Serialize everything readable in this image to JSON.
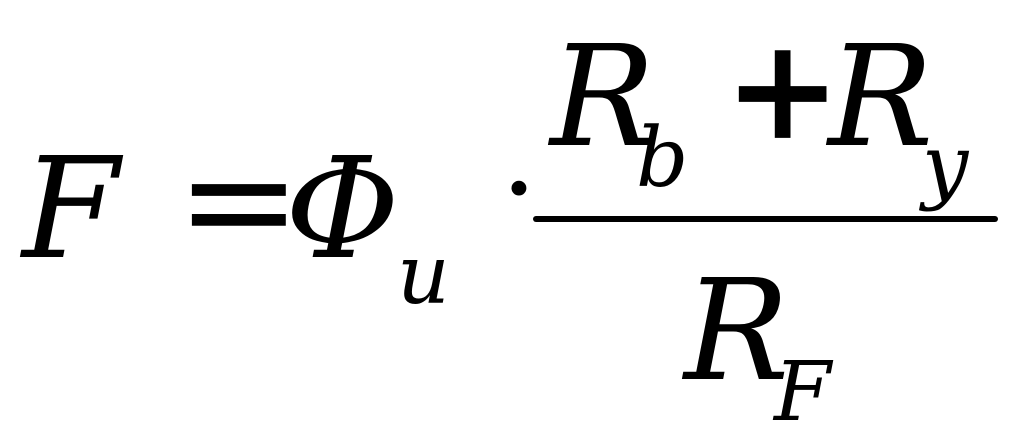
{
  "formula": {
    "lhs": "F",
    "equals": "=",
    "factor": {
      "symbol": "Φ",
      "subscript": "u"
    },
    "operator": "·",
    "fraction": {
      "numerator": {
        "term1": {
          "symbol": "R",
          "subscript": "b"
        },
        "plus": "+",
        "term2": {
          "symbol": "R",
          "subscript": "y"
        }
      },
      "denominator": {
        "symbol": "R",
        "subscript": "F"
      }
    }
  },
  "colors": {
    "background": "#ffffff",
    "ink": "#000000"
  }
}
